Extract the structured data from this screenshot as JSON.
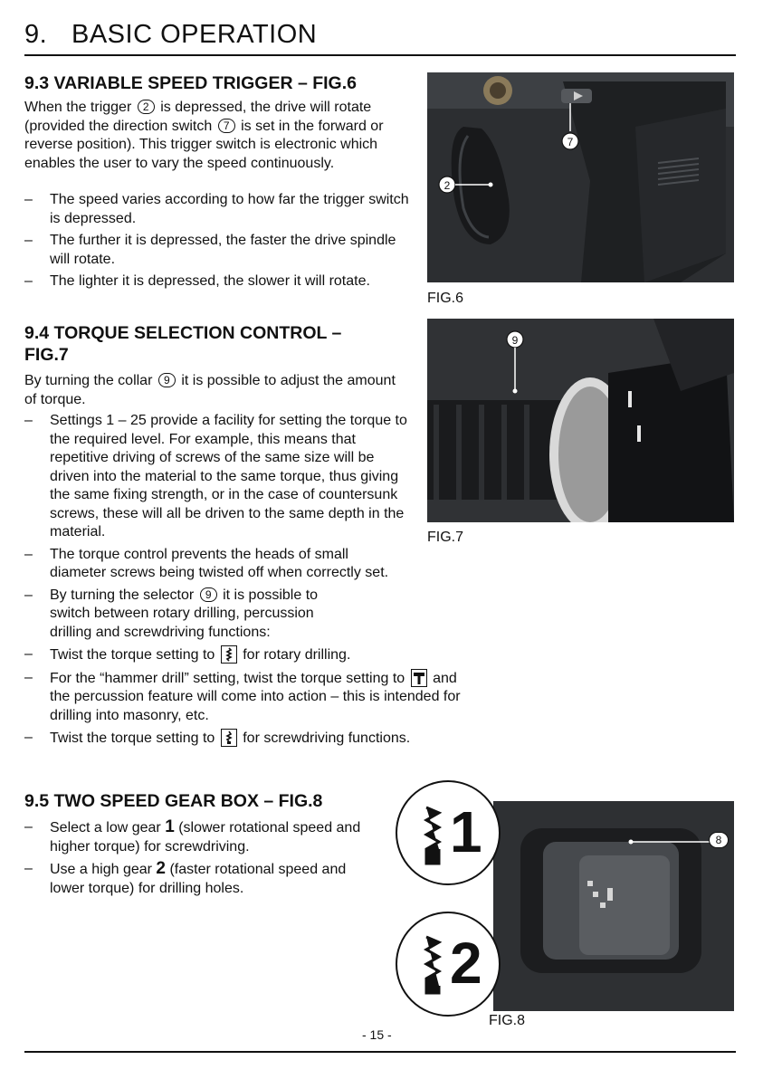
{
  "header": {
    "section_number": "9.",
    "section_title": "BASIC OPERATION"
  },
  "s93": {
    "title": "9.3 VARIABLE SPEED TRIGGER – FIG.6",
    "intro_a": "When the trigger",
    "intro_ref1": "2",
    "intro_b": "is depressed, the drive will rotate (provided the direction switch",
    "intro_ref2": "7",
    "intro_c": "is set in the forward or reverse position). This trigger switch is electronic which enables the user to vary the speed continuously.",
    "bullets": [
      "The speed varies according to how far the trigger switch is depressed.",
      "The further it is depressed, the faster the drive spindle will rotate.",
      "The lighter it is depressed, the slower it will rotate."
    ]
  },
  "s94": {
    "title_line1": "9.4 TORQUE SELECTION CONTROL –",
    "title_line2": "FIG.7",
    "intro_a": "By turning the collar",
    "intro_ref": "9",
    "intro_b": "it is possible to adjust the amount of torque.",
    "b1": "Settings 1 – 25 provide a facility for setting the torque to the required level. For example, this means that repetitive driving of screws of the same size will be driven into the material to the same torque, thus giving the same fixing strength, or in the case of countersunk screws, these will all be driven to the same depth in the material.",
    "b2": "The torque control prevents the heads of small diameter screws being twisted off when correctly set.",
    "b3_a": "By turning the selector",
    "b3_ref": "9",
    "b3_b": "it is possible to switch between rotary drilling, percussion drilling and screwdriving functions:",
    "b4_a": "Twist the torque setting to",
    "b4_b": "for rotary drilling.",
    "b5_a": "For the “hammer drill” setting, twist the torque setting to",
    "b5_b": "and the percussion feature will come into action – this is intended for drilling into masonry, etc.",
    "b6_a": "Twist the torque setting to",
    "b6_b": "for screwdriving functions."
  },
  "s95": {
    "title": "9.5 TWO SPEED GEAR BOX – FIG.8",
    "b1_a": "Select a low gear",
    "b1_gear": "1",
    "b1_b": "(slower rotational speed and higher torque) for screwdriving.",
    "b2_a": "Use a high gear",
    "b2_gear": "2",
    "b2_b": "(faster rotational speed and lower torque) for drilling holes."
  },
  "figures": {
    "fig6": {
      "caption": "FIG.6",
      "label_trigger": "2",
      "label_switch": "7"
    },
    "fig7": {
      "caption": "FIG.7",
      "label_collar": "9"
    },
    "fig8": {
      "caption": "FIG.8",
      "label_gear": "8",
      "gear_low": "1",
      "gear_high": "2"
    }
  },
  "footer": {
    "page": "- 15 -"
  },
  "colors": {
    "text": "#111111",
    "photo_dark": "#2b2d30",
    "background": "#ffffff"
  }
}
